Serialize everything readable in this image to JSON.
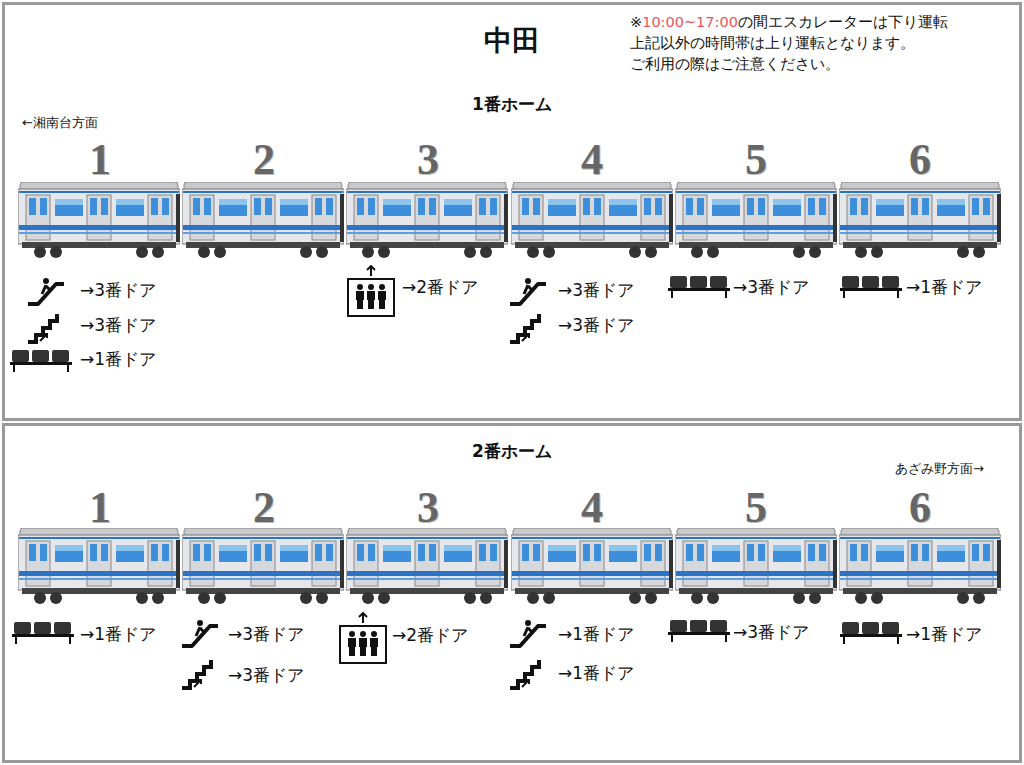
{
  "diagram": {
    "title": "中田",
    "nodes": [
      {
        "text": [
          "1番ホーム"
        ]
      },
      {
        "text": [
          "2番ホーム"
        ]
      }
    ],
    "labels": [
      "※",
      "10:00~17:00",
      "の間エスカレーターは下り運転",
      "上記以外の時間帯は上り運転となります。",
      "ご利用の際はご注意ください。",
      "←湘南台方面",
      "1",
      "2",
      "3",
      "4",
      "5",
      "6",
      "→3番ドア",
      "→3番ドア",
      "→1番ドア",
      "→2番ドア",
      "→3番ドア",
      "→3番ドア",
      "→3番ドア",
      "→1番ドア",
      "あざみ野方面→",
      "1",
      "2",
      "3",
      "4",
      "5",
      "6",
      "→1番ドア",
      "→3番ドア",
      "→3番ドア",
      "→2番ドア",
      "→1番ドア",
      "→1番ドア",
      "→3番ドア",
      "→1番ドア"
    ]
  }
}
